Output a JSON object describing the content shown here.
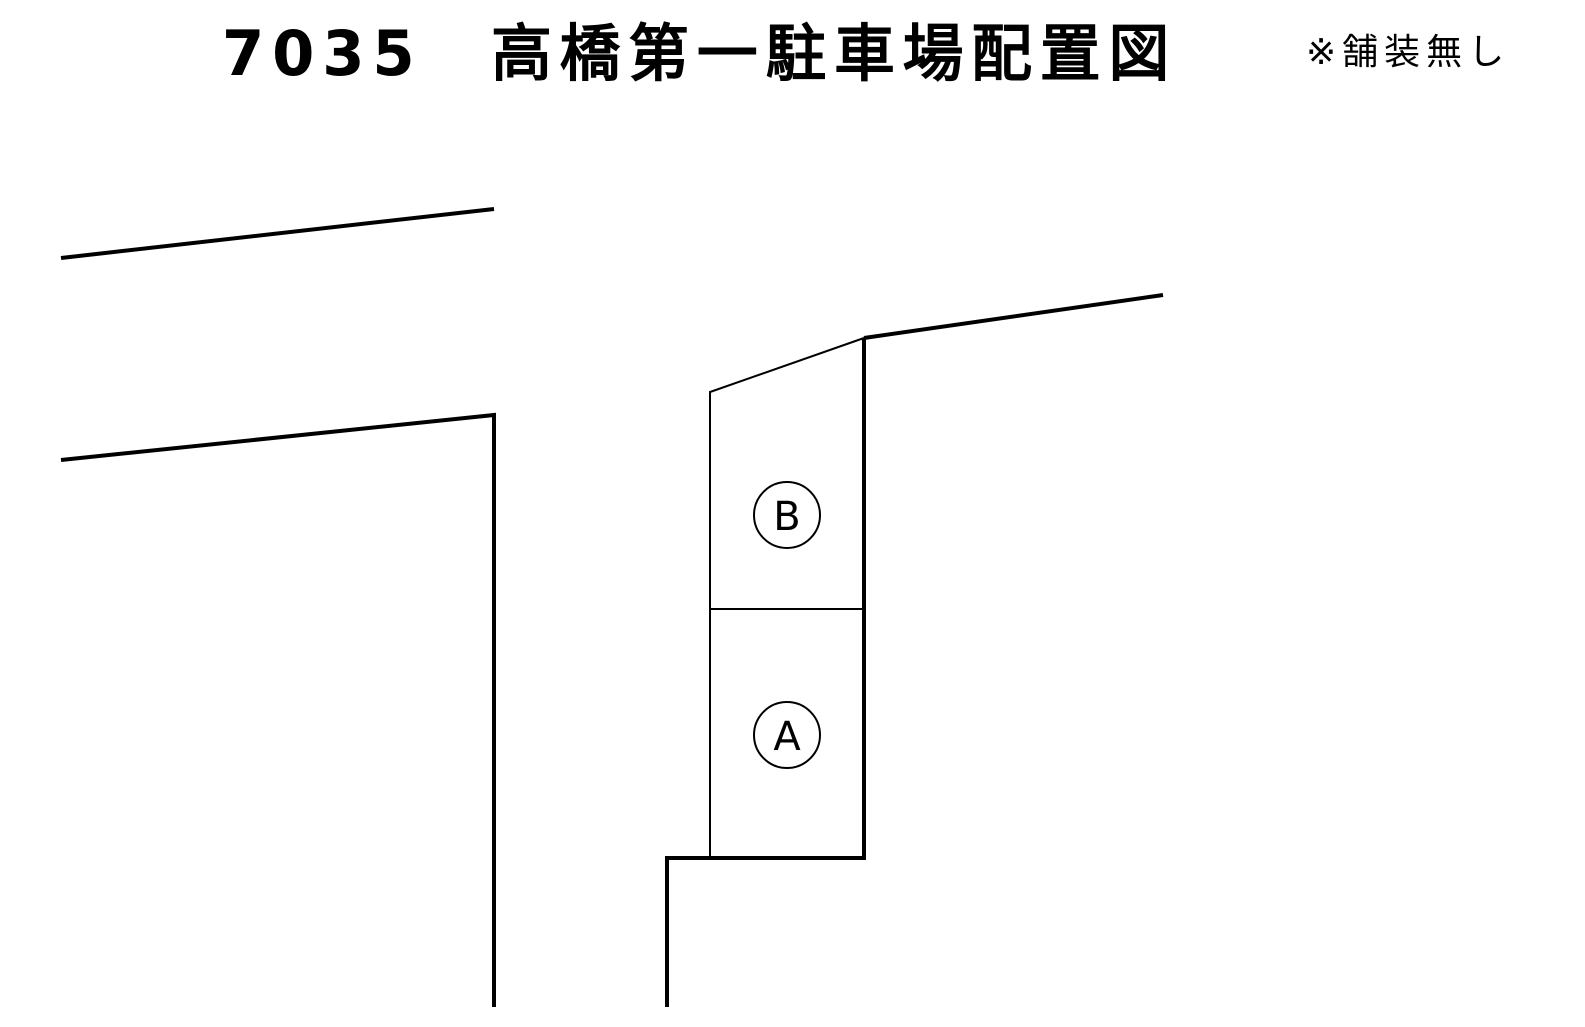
{
  "header": {
    "title": "7035　高橋第一駐車場配置図",
    "note": "※舗装無し"
  },
  "diagram": {
    "line_color": "#000000",
    "background": "#ffffff",
    "spaces": [
      {
        "id": "B",
        "label": "Ⓑ",
        "letter": "B"
      },
      {
        "id": "A",
        "label": "Ⓐ",
        "letter": "A"
      }
    ]
  }
}
